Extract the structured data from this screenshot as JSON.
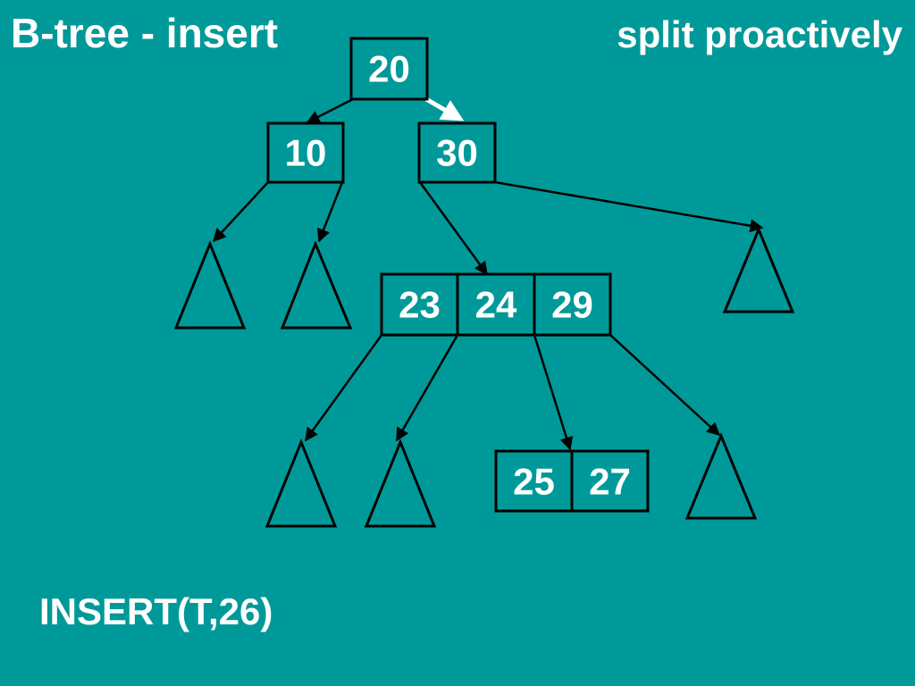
{
  "slide": {
    "title": "B-tree - insert",
    "subtitle": "split proactively",
    "operation": "INSERT(T,26)"
  },
  "tree": {
    "root": {
      "keys": [
        "20"
      ]
    },
    "level1": [
      {
        "keys": [
          "10"
        ]
      },
      {
        "keys": [
          "30"
        ]
      }
    ],
    "level2_node": {
      "keys": [
        "23",
        "24",
        "29"
      ]
    },
    "level3_node": {
      "keys": [
        "25",
        "27"
      ]
    },
    "current_path_color": "#ffffff"
  },
  "colors": {
    "background": "#009999",
    "text": "#ffffff",
    "lines": "#000000"
  }
}
